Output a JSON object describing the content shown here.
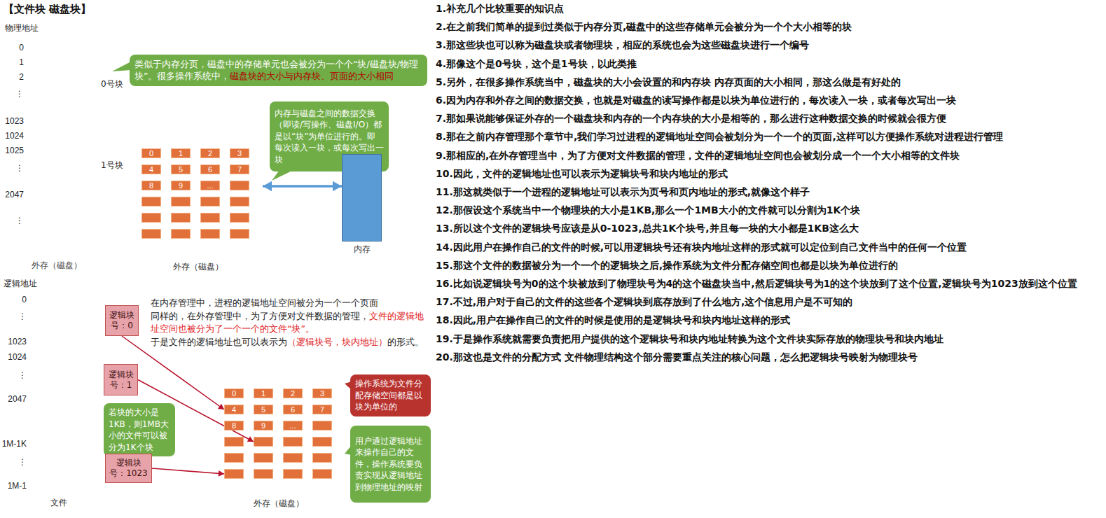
{
  "diagram": {
    "title": "【文件块 磁盘块】",
    "nodes": [
      {
        "text": [
          "类似于内存分页，磁盘中的存储单元也会被分为一个个“块/磁盘块/物理块”。很多操作系统中，",
          "磁盘块的大小与内存块、页面的大小相同"
        ]
      },
      {
        "text": [
          "外存（磁盘）"
        ]
      },
      {
        "text": [
          "0"
        ],
        "in": 1
      },
      {
        "text": [
          "1"
        ],
        "in": 1
      },
      {
        "text": [
          "2"
        ],
        "in": 1
      },
      {
        "text": [
          "3"
        ],
        "in": 1
      },
      {
        "text": [
          "4"
        ],
        "in": 1
      },
      {
        "text": [
          "5"
        ],
        "in": 1
      },
      {
        "text": [
          "6"
        ],
        "in": 1
      },
      {
        "text": [
          "7"
        ],
        "in": 1
      },
      {
        "text": [
          "8"
        ],
        "in": 1
      },
      {
        "text": [
          "9"
        ],
        "in": 1
      },
      {
        "text": [
          "..."
        ],
        "in": 1
      },
      {
        "text": [
          "内存与磁盘之间的数据交换（即读/写操作、磁盘I/O）都是以“块”为单位进行的。即每次读入一块，或每次写出一块"
        ]
      },
      {
        "text": [
          "内存"
        ]
      },
      {
        "text": [
          "逻辑块号：0"
        ]
      },
      {
        "text": [
          "逻辑块号：1"
        ]
      },
      {
        "text": [
          "若块的大小是1KB，则1MB大小的文件可以被分为1K个块"
        ]
      },
      {
        "text": [
          "逻辑块号：1023"
        ]
      },
      {
        "text": [
          "外存（磁盘）"
        ]
      },
      {
        "text": [
          "0"
        ],
        "in": 19
      },
      {
        "text": [
          "1"
        ],
        "in": 19
      },
      {
        "text": [
          "2"
        ],
        "in": 19
      },
      {
        "text": [
          "3"
        ],
        "in": 19
      },
      {
        "text": [
          "4"
        ],
        "in": 19
      },
      {
        "text": [
          "5"
        ],
        "in": 19
      },
      {
        "text": [
          "6"
        ],
        "in": 19
      },
      {
        "text": [
          "7"
        ],
        "in": 19
      },
      {
        "text": [
          "8"
        ],
        "in": 19
      },
      {
        "text": [
          "9"
        ],
        "in": 19
      },
      {
        "text": [
          "..."
        ],
        "in": 19
      },
      {
        "text": [
          "操作系统为文件分配存储空间都是以块为单位的"
        ]
      },
      {
        "text": [
          "用户通过逻辑地址来操作自己的文件，操作系统要负责实现从逻辑地址到物理地址的映射"
        ]
      }
    ],
    "edges": [
      {
        "from": 1,
        "to": 14,
        "arrow": "both"
      },
      {
        "from": 15,
        "to": 24,
        "arrow": "to"
      }
    ],
    "labels": [
      "物理地址",
      "0",
      "1",
      "2",
      "⋮",
      "1023",
      "1024",
      "1025",
      "⋮",
      "2047",
      "⋮",
      "0号块",
      "1号块",
      "外存（磁盘）",
      "逻辑地址",
      "0",
      "⋮",
      "1023",
      "1024",
      "⋮",
      "2047",
      "1M-1K",
      "⋮",
      "1M-1",
      "文件",
      "在内存管理中，进程的逻辑地址空间被分为一个一个页面",
      "同样的，在外存管理中，为了方便对文件数据的管理，",
      "文件的逻辑地址空间也被分为了一个一个的文件“块”。",
      "于是文件的逻辑地址也可以表示为",
      "（逻辑块号，块内地址）",
      "的形式。",
      "1.补充几个比较重要的知识点",
      "2.在之前我们简单的提到过类似于内存分页,磁盘中的这些存储单元会被分为一个个大小相等的块",
      "3.那这些块也可以称为磁盘块或者物理块，相应的系统也会为这些磁盘块进行一个编号",
      "4.那像这个是0号块，这个是1号块，以此类推",
      "5.另外，在很多操作系统当中，磁盘块的大小会设置的和内存块 内存页面的大小相同，那这么做是有好处的",
      "6.因为内存和外存之间的数据交换，也就是对磁盘的读写操作都是以块为单位进行的，每次读入一块，或者每次写出一块",
      "7.那如果说能够保证外存的一个磁盘块和内存的一个内存块的大小是相等的，那么进行这种数据交换的时候就会很方便",
      "8.那在之前内存管理那个章节中,我们学习过进程的逻辑地址空间会被划分为一个一个的页面,这样可以方便操作系统对进程进行管理",
      "9.那相应的,在外存管理当中，为了方便对文件数据的管理，文件的逻辑地址空间也会被划分成一个一个大小相等的文件块",
      "10.因此，文件的逻辑地址也可以表示为逻辑块号和块内地址的形式",
      "11.那这就类似于一个进程的逻辑地址可以表示为页号和页内地址的形式,就像这个样子",
      "12.那假设这个系统当中一个物理块的大小是1KB,那么一个1MB大小的文件就可以分割为1K个块",
      "13.所以这个文件的逻辑块号应该是从0-1023,总共1K个块号,并且每一块的大小都是1KB这么大",
      "14.因此用户在操作自己的文件的时候,可以用逻辑块号还有块内地址这样的形式就可以定位到自己文件当中的任何一个位置",
      "15.那这个文件的数据被分为一个一个的逻辑块之后,操作系统为文件分配存储空间也都是以块为单位进行的",
      "16.比如说逻辑块号为0的这个块被放到了物理块号为4的这个磁盘块当中,然后逻辑块号为1的这个块放到了这个位置,逻辑块号为1023放到这个位置",
      "17.不过,用户对于自己的文件的这些各个逻辑块到底存放到了什么地方,这个信息用户是不可知的",
      "18.因此,用户在操作自己的文件的时候是使用的是逻辑块号和块内地址这样的形式",
      "19.于是操作系统就需要负责把用户提供的这个逻辑块号和块内地址转换为这个文件块实际存放的物理块号和块内地址",
      "20.那这也是文件的分配方式 文件物理结构这个部分需要重点关注的核心问题，怎么把逻辑块号映射为物理块号"
    ]
  }
}
